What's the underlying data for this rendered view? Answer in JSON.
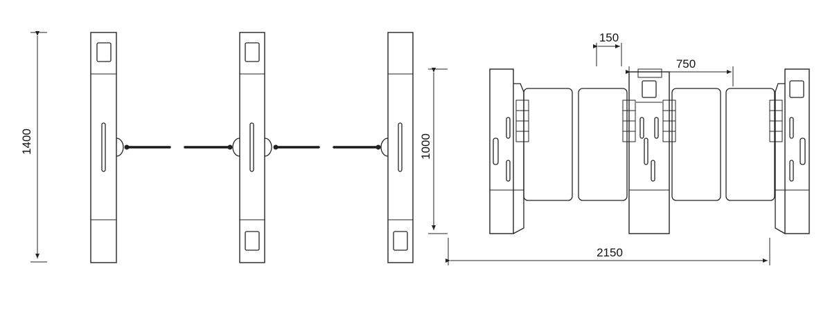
{
  "dimensions": {
    "left_height": "1400",
    "right_height": "1000",
    "module_width": "150",
    "passage_width": "750",
    "total_width": "2150"
  },
  "colors": {
    "line": "#222222",
    "background": "#ffffff"
  }
}
